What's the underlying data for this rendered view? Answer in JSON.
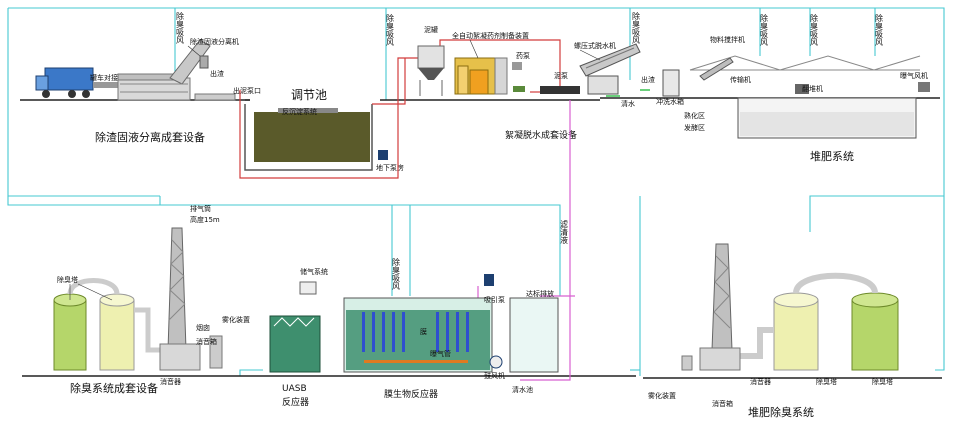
{
  "colors": {
    "air_duct": "#46c8d2",
    "sludge_line": "#d23c3c",
    "water_line": "#d860d0",
    "ground": "#222222",
    "pool_fill": "#5a5a2a",
    "tower_green": "#b5d66a",
    "tower_yellow": "#eef0b0",
    "tank_green": "#3e8f6e"
  },
  "sections": {
    "residue_separation": "除渣固液分离成套设备",
    "flocculation_dewatering": "絮凝脱水成套设备",
    "compost_system": "堆肥系统",
    "deodor_system": "除臭系统成套设备",
    "compost_deodor": "堆肥除臭系统"
  },
  "labels": {
    "deodor_exhaust": "除臭吸风",
    "separator": "除渣固液分离机",
    "truck_hatch": "罐车对接装置",
    "slag_out": "出渣",
    "outlet_pump": "出泥泵口",
    "regulating_tank": "调节池",
    "anti_settle": "反沉淀系统",
    "sump_pump": "地下泵房",
    "sludge_bin": "泥罐",
    "dosing_unit": "全自动絮凝药剂制备装置",
    "reagent_pump": "药泵",
    "sludge_pump": "泥泵",
    "screw_press": "螺压式脱水机",
    "clear_water": "清水",
    "flush_tank": "冲洗水箱",
    "conveyor": "物料搅拌机",
    "belt": "传输机",
    "turner": "翻堆机",
    "aeration_fan": "曝气风机",
    "maturation_zone": "熟化区",
    "fermentation_zone": "发酵区",
    "filtrate": "滤清液",
    "exhaust_stack": "排气筒",
    "stack_height": "高度15m",
    "deodor_tower": "除臭塔",
    "chimney": "烟囱",
    "silencer_box": "消音箱",
    "muffler": "消音器",
    "mist": "雾化装置",
    "aeration_system": "储气系统",
    "uasb": "UASB",
    "reactor": "反应器",
    "mbr": "膜生物反应器",
    "membrane": "膜",
    "aerator": "曝气管",
    "suction_pump": "吸引泵",
    "blower": "鼓风机",
    "discharge": "达标排放",
    "clear_pool": "清水池"
  }
}
